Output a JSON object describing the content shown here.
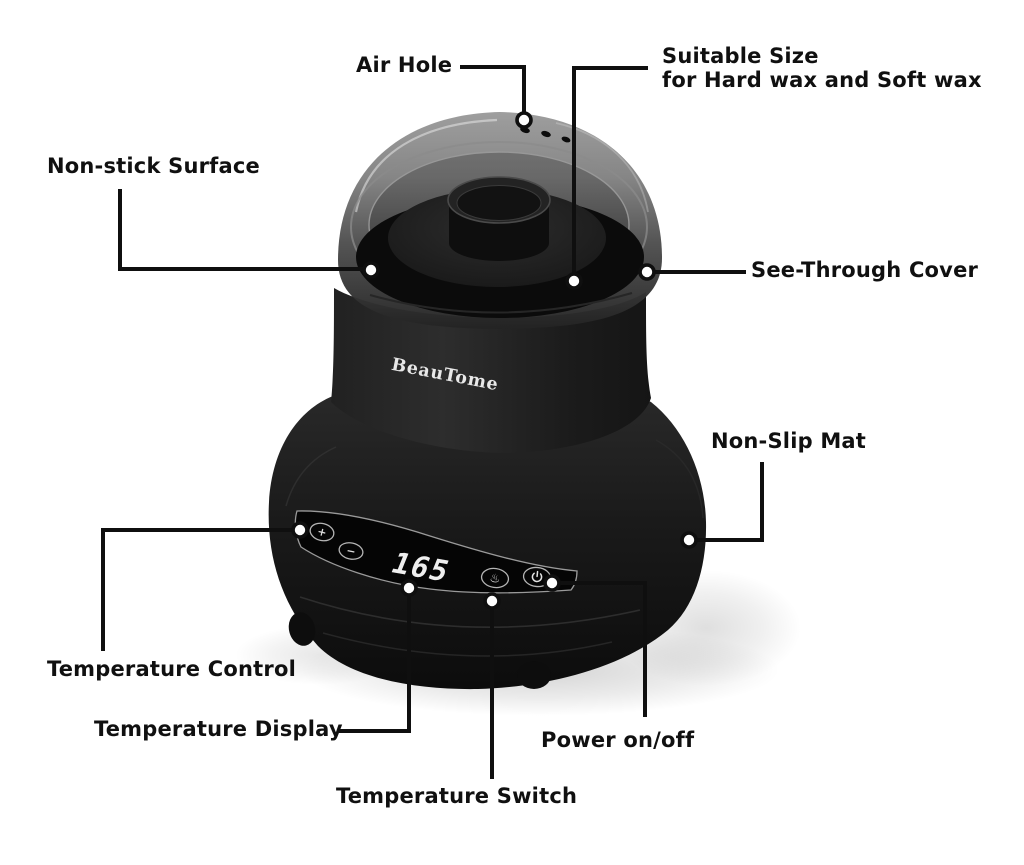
{
  "callouts": {
    "air_hole": "Air Hole",
    "suitable_size_line1": "Suitable Size",
    "suitable_size_line2": "for Hard wax and Soft wax",
    "non_stick": "Non-stick Surface",
    "see_through": "See-Through Cover",
    "non_slip": "Non-Slip Mat",
    "temperature_control": "Temperature Control",
    "temperature_display": "Temperature Display",
    "temperature_switch": "Temperature Switch",
    "power": "Power on/off"
  },
  "product": {
    "brand": "BeauTome",
    "display_value": "165",
    "button_plus": "+",
    "button_minus": "−",
    "heat_icon_glyph": "♨"
  },
  "colors": {
    "background": "#ffffff",
    "label_text": "#101010",
    "leader_line": "#0f0f0f",
    "marker_fill": "#ffffff",
    "product_black": "#151515",
    "cover_gray": "#8a8a8a",
    "display_digits": "#efefef"
  }
}
